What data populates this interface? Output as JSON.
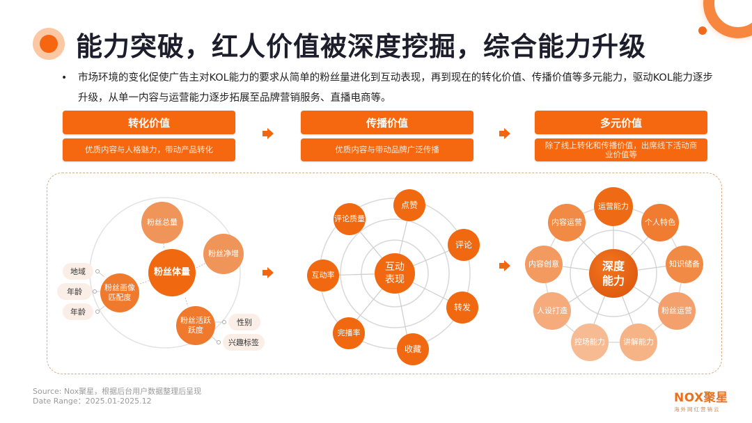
{
  "header": {
    "title": "能力突破，红人价值被深度挖掘，综合能力升级",
    "bullet": "市场环境的变化促使广告主对KOL能力的要求从简单的粉丝量进化到互动表现，再到现在的转化价值、传播价值等多元能力，驱动KOL能力逐步升级，从单一内容与运营能力逐步拓展至品牌营销服务、直播电商等。"
  },
  "stages": [
    {
      "title": "转化价值",
      "desc": "优质内容与人格魅力，带动产品转化"
    },
    {
      "title": "传播价值",
      "desc": "优质内容与带动品牌广泛传播"
    },
    {
      "title": "多元价值",
      "desc": "除了线上转化和传播价值，出席线下活动商业价值等"
    }
  ],
  "diagram_fans": {
    "center": "粉丝体量",
    "satellites": [
      "粉丝总量",
      "粉丝净增",
      "粉丝活跃跃度",
      "粉丝画像匹配度"
    ],
    "portrait_tags": [
      "地域",
      "年龄",
      "年龄"
    ],
    "activity_tags": [
      "性别",
      "兴趣标签"
    ]
  },
  "diagram_interaction": {
    "center": "互动表现",
    "satellites": [
      "点赞",
      "评论",
      "转发",
      "收藏",
      "完播率",
      "互动率",
      "评论质量"
    ]
  },
  "diagram_depth": {
    "center": "深度能力",
    "satellites": [
      "运营能力",
      "个人特色",
      "知识储备",
      "粉丝运营",
      "讲解能力",
      "控场能力",
      "人设打造",
      "内容创意",
      "内容运营"
    ]
  },
  "footer": {
    "source": "Source:  Nox聚星，根据后台用户数据整理后呈现",
    "date_range": "Date Range：2025.01-2025.12",
    "logo_main": "NOX聚星",
    "logo_sub": "海外网红营销云"
  },
  "colors": {
    "accent": "#f5680f",
    "node_light": "#f2955a",
    "node_pale": "#f6b48c",
    "panel_border": "#d7ab86",
    "title": "#1d1d2b"
  }
}
